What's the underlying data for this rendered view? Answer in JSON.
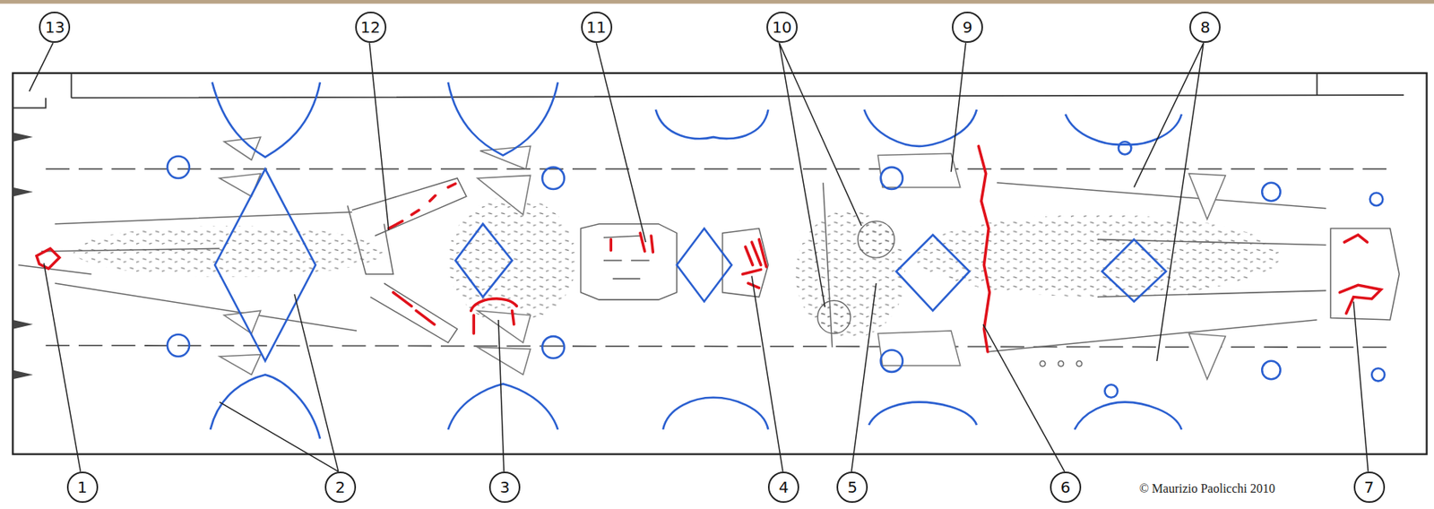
{
  "diagram": {
    "labels": [
      "13",
      "12",
      "11",
      "10",
      "9",
      "8",
      "1",
      "2",
      "3",
      "4",
      "5",
      "6",
      "© Maurizio Paolicchi 2010",
      "7"
    ]
  }
}
